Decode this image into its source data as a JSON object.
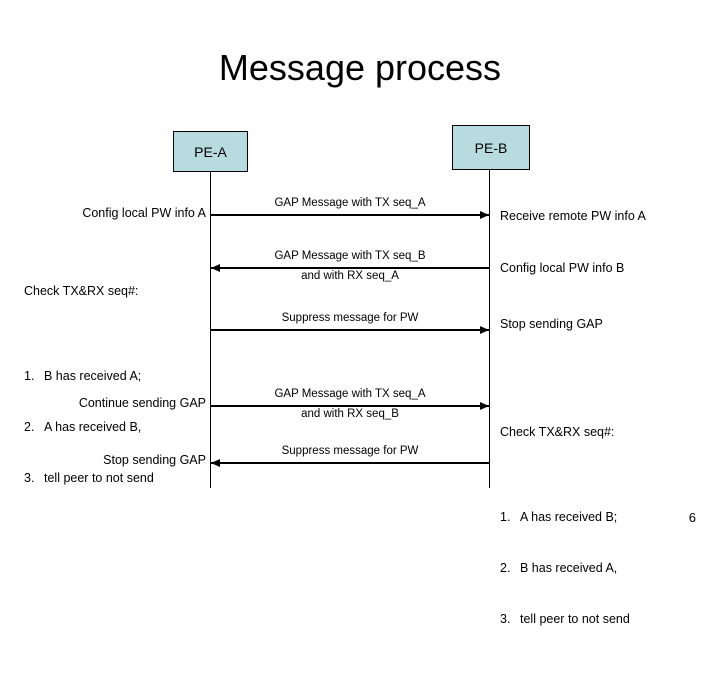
{
  "slide": {
    "title": "Message process",
    "page_number": "6",
    "accent_color": "#b7dbdf",
    "line_color": "#000000",
    "background": "#ffffff"
  },
  "actors": [
    {
      "id": "pe-a",
      "label": "PE-A"
    },
    {
      "id": "pe-b",
      "label": "PE-B"
    }
  ],
  "left_notes": {
    "config_a": "Config local PW info A",
    "check_heading": "Check TX&RX seq#:",
    "check_items": [
      {
        "num": "1.",
        "text": "B has received A;"
      },
      {
        "num": "2.",
        "text": "A has received B,"
      },
      {
        "num": "3.",
        "text": "tell peer to not send"
      }
    ],
    "continue_gap": "Continue sending GAP",
    "stop_gap": "Stop sending GAP"
  },
  "right_notes": {
    "receive_a": "Receive remote PW info A",
    "config_b": "Config local PW info B",
    "stop_gap": "Stop sending GAP",
    "check_heading": "Check TX&RX seq#:",
    "check_items": [
      {
        "num": "1.",
        "text": "A has received B;"
      },
      {
        "num": "2.",
        "text": "B has received A,"
      },
      {
        "num": "3.",
        "text": "tell peer to not send"
      }
    ]
  },
  "messages": [
    {
      "id": "msg-1",
      "direction": "right",
      "label_top": "GAP Message with TX seq_A",
      "label_bottom": ""
    },
    {
      "id": "msg-2",
      "direction": "left",
      "label_top": "GAP Message with TX seq_B",
      "label_bottom": "and with RX seq_A"
    },
    {
      "id": "msg-3",
      "direction": "right",
      "label_top": "Suppress message for PW",
      "label_bottom": ""
    },
    {
      "id": "msg-4",
      "direction": "right",
      "label_top": "GAP Message with TX seq_A",
      "label_bottom": "and with RX seq_B"
    },
    {
      "id": "msg-5",
      "direction": "left",
      "label_top": "Suppress message for PW",
      "label_bottom": ""
    }
  ]
}
